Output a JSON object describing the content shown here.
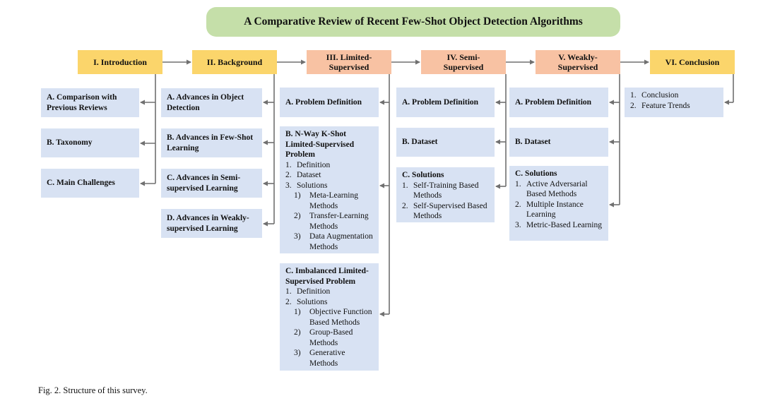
{
  "title": "A Comparative Review of Recent Few-Shot Object Detection Algorithms",
  "sections": {
    "intro": "I. Introduction",
    "background": "II. Background",
    "limited": "III. Limited-Supervised",
    "semi": "IV. Semi-Supervised",
    "weakly": "V. Weakly-Supervised",
    "conclusion": "VI. Conclusion"
  },
  "intro_items": [
    "A. Comparison with Previous Reviews",
    "B. Taxonomy",
    "C. Main Challenges"
  ],
  "background_items": [
    "A. Advances in Object Detection",
    "B. Advances in Few-Shot Learning",
    "C. Advances in Semi-supervised Learning",
    "D. Advances in Weakly-supervised Learning"
  ],
  "limited": {
    "a": "A. Problem Definition",
    "b_title": "B. N-Way K-Shot Limited-Supervised Problem",
    "b_items": [
      {
        "num": "1.",
        "text": "Definition"
      },
      {
        "num": "2.",
        "text": "Dataset"
      },
      {
        "num": "3.",
        "text": "Solutions"
      }
    ],
    "b_sub": [
      {
        "num": "1)",
        "text": "Meta-Learning Methods"
      },
      {
        "num": "2)",
        "text": "Transfer-Learning Methods"
      },
      {
        "num": "3)",
        "text": "Data Augmentation Methods"
      }
    ],
    "c_title": "C. Imbalanced Limited-Supervised Problem",
    "c_items": [
      {
        "num": "1.",
        "text": "Definition"
      },
      {
        "num": "2.",
        "text": "Solutions"
      }
    ],
    "c_sub": [
      {
        "num": "1)",
        "text": "Objective Function Based Methods"
      },
      {
        "num": "2)",
        "text": "Group-Based Methods"
      },
      {
        "num": "3)",
        "text": "Generative Methods"
      }
    ]
  },
  "semi": {
    "a": "A. Problem Definition",
    "b": "B. Dataset",
    "c_title": "C. Solutions",
    "c_items": [
      {
        "num": "1.",
        "text": "Self-Training Based Methods"
      },
      {
        "num": "2.",
        "text": "Self-Supervised Based Methods"
      }
    ]
  },
  "weakly": {
    "a": "A. Problem Definition",
    "b": "B. Dataset",
    "c_title": "C. Solutions",
    "c_items": [
      {
        "num": "1.",
        "text": "Active Adversarial Based Methods"
      },
      {
        "num": "2.",
        "text": "Multiple Instance Learning"
      },
      {
        "num": "3.",
        "text": "Metric-Based Learning"
      }
    ]
  },
  "conclusion_items": [
    {
      "num": "1.",
      "text": "Conclusion"
    },
    {
      "num": "2.",
      "text": "Feature Trends"
    }
  ],
  "caption": "Fig. 2.  Structure of this survey.",
  "colors": {
    "title_bg": "#c5dfa9",
    "section_yellow": "#fbd56b",
    "section_orange": "#f8c2a3",
    "item_box": "#d8e2f3",
    "connector": "#707070"
  }
}
